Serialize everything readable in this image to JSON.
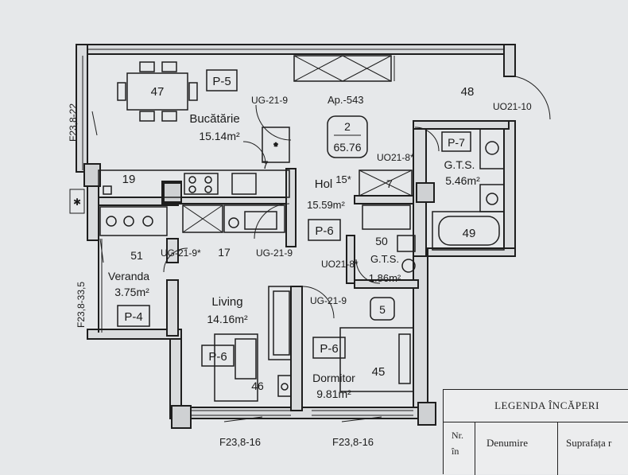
{
  "plan": {
    "apartment": "Ap.-543",
    "apartment_no": "2",
    "apartment_area": "65.76",
    "rooms": {
      "kitchen": {
        "name": "Bucătărie",
        "area": "15.14m²",
        "code": "P-5",
        "table_no": "47"
      },
      "hall": {
        "name": "Hol",
        "area": "15.59m²",
        "code": "P-6",
        "mark": "15*"
      },
      "living": {
        "name": "Living",
        "area": "14.16m²",
        "code": "P-6",
        "furniture_no": "46"
      },
      "bedroom": {
        "name": "Dormitor",
        "area": "9.81m²",
        "code": "P-6",
        "furniture_no": "45",
        "badge": "5"
      },
      "bathroom_main": {
        "name": "G.T.S.",
        "area": "5.46m²",
        "code": "P-7",
        "tub_no": "49"
      },
      "bathroom_small": {
        "name": "G.T.S.",
        "area": "1.86m²",
        "no": "50"
      },
      "veranda": {
        "name": "Veranda",
        "area": "3.75m²",
        "code": "P-4",
        "no": "51"
      }
    },
    "numbers": {
      "n48": "48",
      "n19": "19",
      "n17": "17",
      "n7a": "7",
      "n7b": "7"
    },
    "doors": {
      "d1": "UG-21-9",
      "d2": "UO21-10",
      "d3": "UO21-8*",
      "d4": "UG-21-9*",
      "d5": "UG-21-9",
      "d6": "UO21-8*",
      "d7": "UG-21-9"
    },
    "windows": {
      "w1": "F23,8-22",
      "w2": "F23,8-33,5",
      "w3": "F23,8-16",
      "w4": "F23,8-16"
    }
  },
  "legend": {
    "title": "LEGENDA ÎNCĂPERI",
    "col_nr": "Nr.\nîn",
    "col_name": "Denumire",
    "col_area": "Suprafața r"
  }
}
